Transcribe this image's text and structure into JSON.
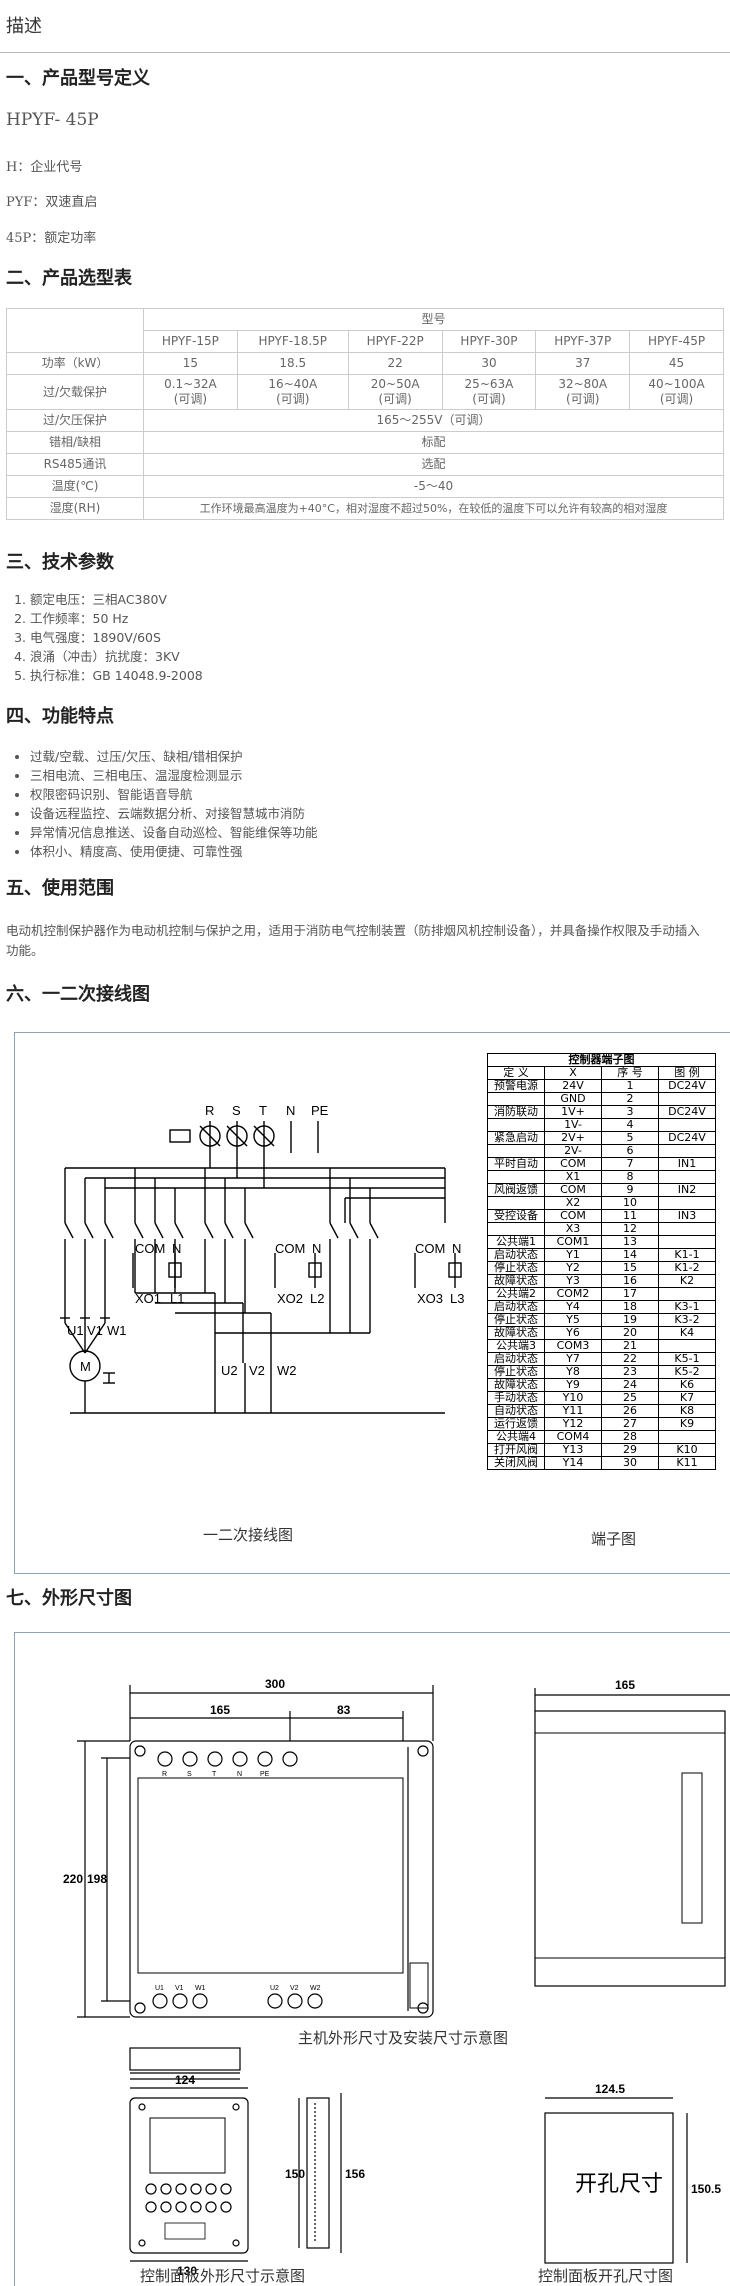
{
  "tab": "描述",
  "s1": {
    "title": "一、产品型号定义",
    "model": "HPYF- 45P",
    "h_def": "H：企业代号",
    "pyf_def": "PYF：双速直启",
    "p45_def": "45P：额定功率"
  },
  "s2": {
    "title": "二、产品选型表",
    "model_header": "型号",
    "models": [
      "HPYF-15P",
      "HPYF-18.5P",
      "HPYF-22P",
      "HPYF-30P",
      "HPYF-37P",
      "HPYF-45P"
    ],
    "power_label": "功率（kW）",
    "power": [
      "15",
      "18.5",
      "22",
      "30",
      "37",
      "45"
    ],
    "current_label": "过/欠载保护",
    "current_ranges": [
      "0.1~32A",
      "16~40A",
      "20~50A",
      "25~63A",
      "32~80A",
      "40~100A"
    ],
    "adjustable": "(可调)",
    "voltage_label": "过/欠压保护",
    "voltage_value": "165～255V（可调）",
    "phase_label": "错相/缺相",
    "phase_value": "标配",
    "rs485_label": "RS485通讯",
    "rs485_value": "选配",
    "temp_label": "温度(℃)",
    "temp_value": "-5～40",
    "humidity_label": "湿度(RH)",
    "humidity_value": "工作环境最高温度为+40°C，相对湿度不超过50%，在较低的温度下可以允许有较高的相对湿度"
  },
  "s3": {
    "title": "三、技术参数",
    "items": [
      "额定电压：三相AC380V",
      "工作频率：50 Hz",
      "电气强度：1890V/60S",
      "浪涌（冲击）抗扰度：3KV",
      "执行标准：GB 14048.9-2008"
    ]
  },
  "s4": {
    "title": "四、功能特点",
    "items": [
      "过载/空载、过压/欠压、缺相/错相保护",
      "三相电流、三相电压、温湿度检测显示",
      "权限密码识别、智能语音导航",
      "设备远程监控、云端数据分析、对接智慧城市消防",
      "异常情况信息推送、设备自动巡检、智能维保等功能",
      "体积小、精度高、使用便捷、可靠性强"
    ]
  },
  "s5": {
    "title": "五、使用范围",
    "line1": "电动机控制保护器作为电动机控制与保护之用，适用于消防电气控制装置（防排烟风机控制设备），并具备操作权限及手动插入",
    "line2": "功能。"
  },
  "s6": {
    "title": "六、一二次接线图",
    "wiring_caption": "一二次接线图",
    "terminal_caption": "端子图",
    "wiring": {
      "phases": [
        "R",
        "S",
        "T",
        "N",
        "PE"
      ],
      "com": "COM",
      "n": "N",
      "xo": [
        "XO1",
        "XO2",
        "XO3"
      ],
      "l": [
        "L1",
        "L2",
        "L3"
      ],
      "u1": "U1",
      "v1": "V1",
      "w1": "W1",
      "u2": "U2",
      "v2": "V2",
      "w2": "W2",
      "m": "M"
    },
    "terminal": {
      "title": "控制器端子图",
      "headers": [
        "定 义",
        "X",
        "序 号",
        "图 例"
      ],
      "rows": [
        [
          "预警电源",
          "24V",
          "1",
          "DC24V"
        ],
        [
          "",
          "GND",
          "2",
          ""
        ],
        [
          "消防联动",
          "1V+",
          "3",
          "DC24V"
        ],
        [
          "",
          "1V-",
          "4",
          ""
        ],
        [
          "紧急启动",
          "2V+",
          "5",
          "DC24V"
        ],
        [
          "",
          "2V-",
          "6",
          ""
        ],
        [
          "平时自动",
          "COM",
          "7",
          "IN1"
        ],
        [
          "",
          "X1",
          "8",
          ""
        ],
        [
          "风阀返馈",
          "COM",
          "9",
          "IN2"
        ],
        [
          "",
          "X2",
          "10",
          ""
        ],
        [
          "受控设备",
          "COM",
          "11",
          "IN3"
        ],
        [
          "",
          "X3",
          "12",
          ""
        ],
        [
          "公共端1",
          "COM1",
          "13",
          ""
        ],
        [
          "启动状态",
          "Y1",
          "14",
          "K1-1"
        ],
        [
          "停止状态",
          "Y2",
          "15",
          "K1-2"
        ],
        [
          "故障状态",
          "Y3",
          "16",
          "K2"
        ],
        [
          "公共端2",
          "COM2",
          "17",
          ""
        ],
        [
          "启动状态",
          "Y4",
          "18",
          "K3-1"
        ],
        [
          "停止状态",
          "Y5",
          "19",
          "K3-2"
        ],
        [
          "故障状态",
          "Y6",
          "20",
          "K4"
        ],
        [
          "公共端3",
          "COM3",
          "21",
          ""
        ],
        [
          "启动状态",
          "Y7",
          "22",
          "K5-1"
        ],
        [
          "停止状态",
          "Y8",
          "23",
          "K5-2"
        ],
        [
          "故障状态",
          "Y9",
          "24",
          "K6"
        ],
        [
          "手动状态",
          "Y10",
          "25",
          "K7"
        ],
        [
          "自动状态",
          "Y11",
          "26",
          "K8"
        ],
        [
          "运行返馈",
          "Y12",
          "27",
          "K9"
        ],
        [
          "公共端4",
          "COM4",
          "28",
          ""
        ],
        [
          "打开风阀",
          "Y13",
          "29",
          "K10"
        ],
        [
          "关闭风阀",
          "Y14",
          "30",
          "K11"
        ]
      ]
    }
  },
  "s7": {
    "title": "七、外形尺寸图",
    "main_caption": "主机外形尺寸及安装尺寸示意图",
    "panel_caption": "控制面板外形尺寸示意图",
    "cutout_caption": "控制面板开孔尺寸图",
    "cutout_label": "开孔尺寸",
    "dims": {
      "w300": "300",
      "w165": "165",
      "w83": "83",
      "side165": "165",
      "h220": "220",
      "h198": "198",
      "p124": "124",
      "p130": "130",
      "p150": "150",
      "p156": "156",
      "c1245": "124.5",
      "c1505": "150.5"
    },
    "terminal_labels": [
      "R",
      "S",
      "T",
      "N",
      "PE"
    ],
    "bottom_labels": [
      "U1",
      "V1",
      "W1",
      "U2",
      "V2",
      "W2"
    ]
  }
}
